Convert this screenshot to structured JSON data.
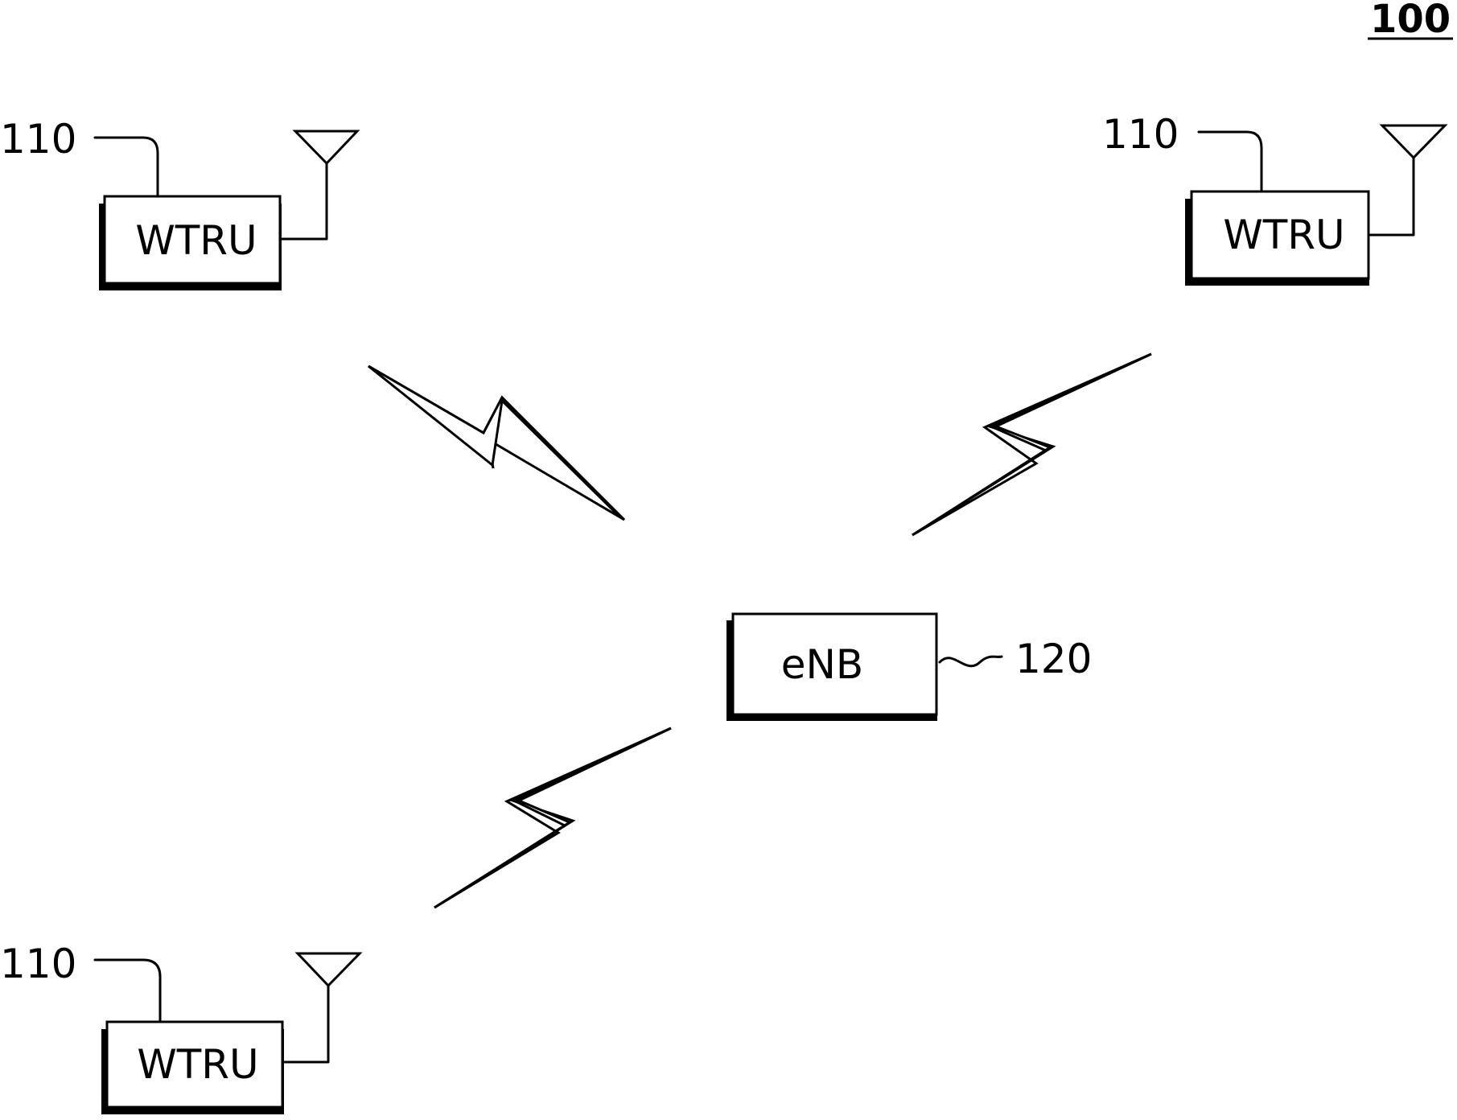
{
  "figure": {
    "number": "100"
  },
  "wtrus": [
    {
      "label": "WTRU",
      "ref": "110"
    },
    {
      "label": "WTRU",
      "ref": "110"
    },
    {
      "label": "WTRU",
      "ref": "110"
    }
  ],
  "enb": {
    "label": "eNB",
    "ref": "120"
  }
}
